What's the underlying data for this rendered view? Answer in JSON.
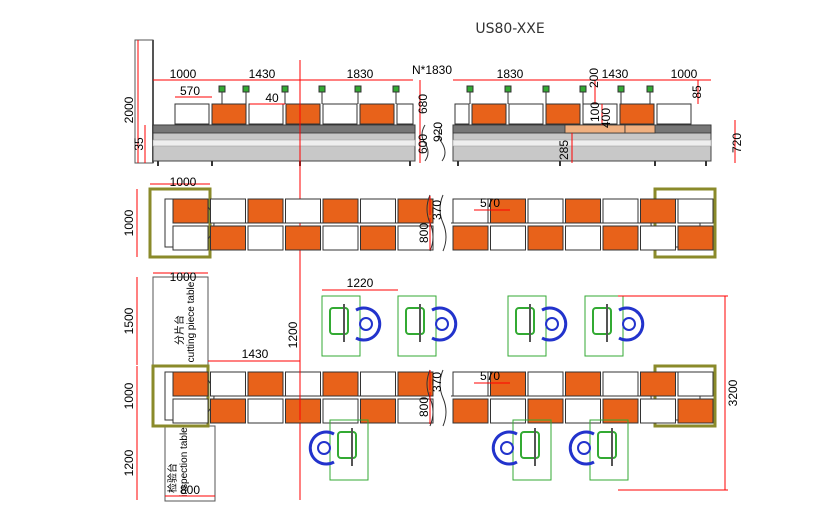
{
  "title": "US80-XXE",
  "colors": {
    "red": "#ff0000",
    "orange": "#e8621a",
    "green": "#33aa33",
    "blue": "#2233cc",
    "frame": "#8a8a2a",
    "gray": "#9a9a9a"
  },
  "elevation": {
    "height_label": "2000",
    "base_label": "35",
    "left_dims": [
      "1000",
      "570",
      "1430",
      "40",
      "1830"
    ],
    "center_label": "N*1830",
    "right_dims": [
      "1830",
      "200",
      "1430",
      "1000",
      "85"
    ],
    "vertical_dims": [
      "680",
      "920",
      "600",
      "100",
      "400",
      "285",
      "720"
    ]
  },
  "plan_top": {
    "depth_label": "1000",
    "end_label": "1000",
    "mid_labels": [
      "370",
      "800"
    ],
    "pitch_label": "570"
  },
  "plan_bottom": {
    "cutting_table_zh": "分片台",
    "cutting_table_en": "cutting piece table",
    "inspection_table_zh": "检验台",
    "inspection_table_en": "inspection table",
    "dims": [
      "1000",
      "1500",
      "1000",
      "1200",
      "1220",
      "1200",
      "1430",
      "370",
      "800",
      "570",
      "3200",
      "800"
    ]
  },
  "icons": [
    "operator-icon",
    "sewing-machine-icon"
  ]
}
